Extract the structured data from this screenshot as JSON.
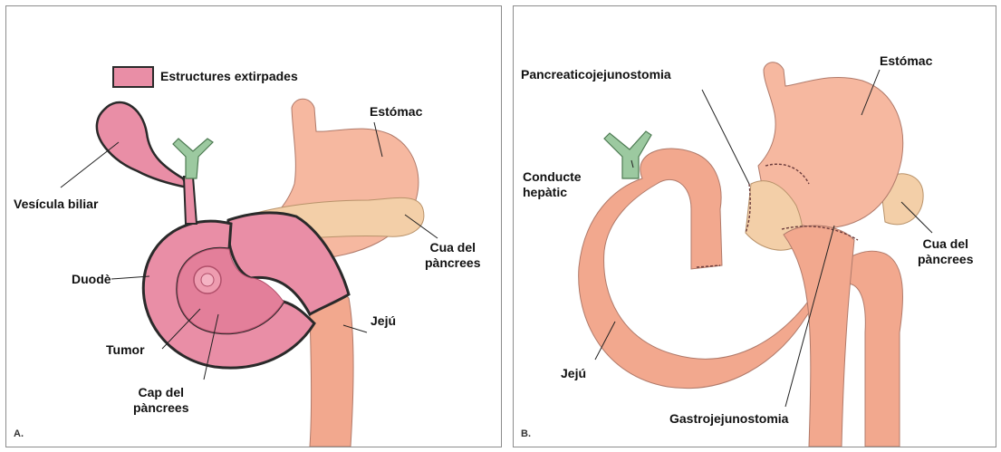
{
  "panel_a": {
    "letter": "A.",
    "legend_label": "Estructures extirpades",
    "labels": {
      "estomac": "Estómac",
      "vesicula": "Vesícula biliar",
      "cua": "Cua del\npàncrees",
      "duode": "Duodè",
      "jeju": "Jejú",
      "tumor": "Tumor",
      "cap": "Cap del\npàncrees"
    }
  },
  "panel_b": {
    "letter": "B.",
    "labels": {
      "pancreaticojejunostomia": "Pancreaticojejunostomia",
      "estomac": "Estómac",
      "conducte": "Conducte\nhepàtic",
      "cua": "Cua del\npàncrees",
      "jeju": "Jejú",
      "gastrojejunostomia": "Gastrojejunostomia"
    }
  },
  "colors": {
    "removed": "#e98ea6",
    "stomach": "#f6b8a0",
    "pancreas": "#f3cfa8",
    "bile_duct": "#9cc9a0",
    "jejunum": "#f2a88e",
    "outline": "#2a2a2a"
  }
}
